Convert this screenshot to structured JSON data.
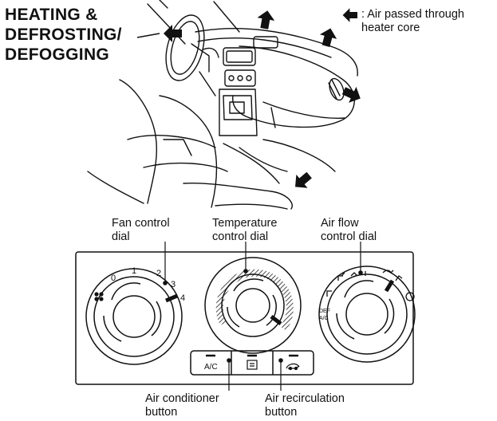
{
  "title_lines": [
    "HEATING &",
    "DEFROSTING/",
    "DEFOGGING"
  ],
  "legend": {
    "icon": "arrow-left-icon",
    "lines": [
      ": Air passed through",
      "heater core"
    ]
  },
  "labels": {
    "fan_control": [
      "Fan control",
      "dial"
    ],
    "temperature_control": [
      "Temperature",
      "control dial"
    ],
    "air_flow_control": [
      "Air flow",
      "control dial"
    ],
    "air_conditioner": [
      "Air conditioner",
      "button"
    ],
    "air_recirculation": [
      "Air recirculation",
      "button"
    ]
  },
  "fan_dial": {
    "ticks": [
      "0",
      "1",
      "2",
      "3",
      "4"
    ],
    "icon": "fan-icon"
  },
  "buttons": {
    "ac": "A/C",
    "rear_defrost_icon": "rear-defroster-icon",
    "recirc_icon": "recirculation-icon"
  },
  "airflow_dial": {
    "ac_mark": [
      "DEF",
      "A/C"
    ]
  },
  "colors": {
    "ink": "#111111",
    "panel": "#ffffff"
  }
}
